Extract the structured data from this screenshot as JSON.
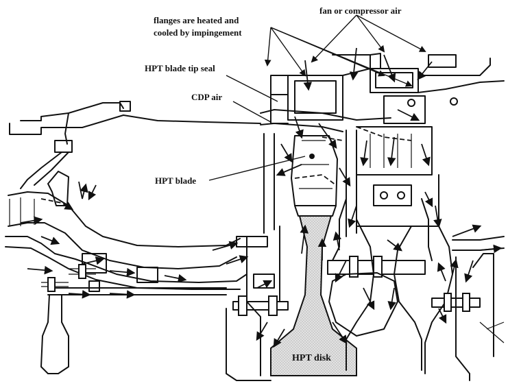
{
  "labels": {
    "flanges_line1": "flanges are heated and",
    "flanges_line2": "cooled by impingement",
    "fan_air": "fan or compressor air",
    "tip_seal": "HPT blade tip seal",
    "cdp_air": "CDP air",
    "hpt_blade": "HPT blade",
    "hpt_disk": "HPT disk"
  },
  "colors": {
    "ink": "#111111",
    "disk_fill": "#d9d9d9",
    "paper": "#ffffff"
  }
}
